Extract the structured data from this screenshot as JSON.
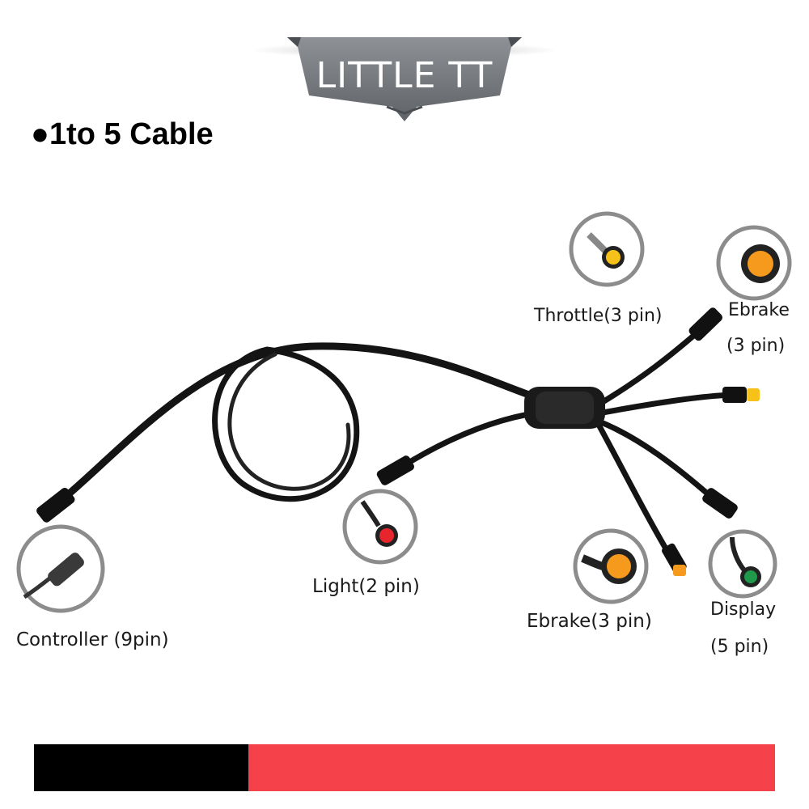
{
  "brand": {
    "name": "LITTLE TT"
  },
  "title": "●1to 5 Cable",
  "labels": {
    "controller": "Controller (9pin)",
    "light": "Light(2 pin)",
    "throttle": "Throttle(3 pin)",
    "ebrake_top_line1": "Ebrake",
    "ebrake_top_line2": "(3 pin)",
    "ebrake_bottom": "Ebrake(3 pin)",
    "display_line1": "Display",
    "display_line2": "(5 pin)"
  },
  "colors": {
    "background": "#ffffff",
    "banner": "#777a7f",
    "cable": "#141414",
    "circle_ring": "#8c8c8c",
    "bar_left": "#000000",
    "bar_right": "#f5424a",
    "light_connector": "#e8242c",
    "throttle_connector": "#f6c21a",
    "ebrake_connector": "#f59a1c",
    "display_connector": "#1e9a4a"
  }
}
